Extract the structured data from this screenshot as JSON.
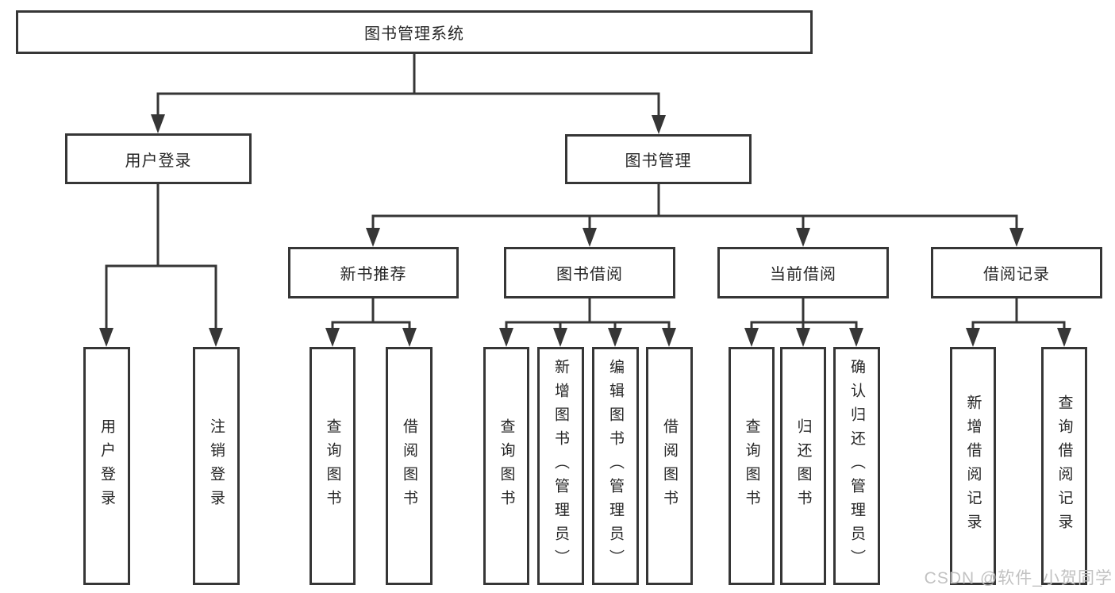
{
  "watermark": {
    "text": "CSDN @软件_小贺同学"
  },
  "colors": {
    "line": "#363636",
    "text": "#262626",
    "watermark": "#c2c2c2",
    "background": "#ffffff"
  },
  "tree": {
    "label": "图书管理系统",
    "children": [
      {
        "label": "用户登录",
        "children": [
          {
            "label": "用户登录"
          },
          {
            "label": "注销登录"
          }
        ]
      },
      {
        "label": "图书管理",
        "children": [
          {
            "label": "新书推荐",
            "children": [
              {
                "label": "查询图书"
              },
              {
                "label": "借阅图书"
              }
            ]
          },
          {
            "label": "图书借阅",
            "children": [
              {
                "label": "查询图书"
              },
              {
                "label": "新增图书（管理员）"
              },
              {
                "label": "编辑图书（管理员）"
              },
              {
                "label": "借阅图书"
              }
            ]
          },
          {
            "label": "当前借阅",
            "children": [
              {
                "label": "查询图书"
              },
              {
                "label": "归还图书"
              },
              {
                "label": "确认归还（管理员）"
              }
            ]
          },
          {
            "label": "借阅记录",
            "children": [
              {
                "label": "新增借阅记录"
              },
              {
                "label": "查询借阅记录"
              }
            ]
          }
        ]
      }
    ]
  }
}
